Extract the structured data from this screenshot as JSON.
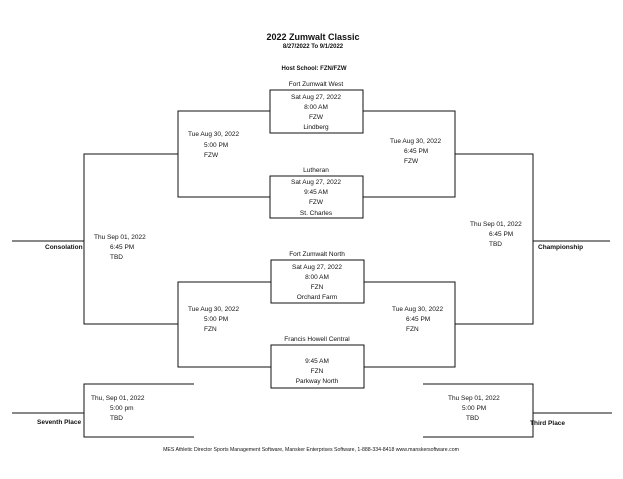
{
  "header": {
    "title": "2022 Zumwalt Classic",
    "dates": "8/27/2022 To 9/1/2022",
    "host": "Host School:  FZN/FZW"
  },
  "quarterfinals": [
    {
      "top_team": "Fort Zumwalt West",
      "date": "Sat Aug 27, 2022",
      "time": "8:00 AM",
      "site": "FZW",
      "bottom_team": "Lindberg"
    },
    {
      "top_team": "Lutheran",
      "date": "Sat Aug 27, 2022",
      "time": "9:45 AM",
      "site": "FZW",
      "bottom_team": "St. Charles"
    },
    {
      "top_team": "Fort Zumwalt North",
      "date": "Sat Aug 27, 2022",
      "time": "8:00 AM",
      "site": "FZN",
      "bottom_team": "Orchard Farm"
    },
    {
      "top_team": "Francis Howell Central",
      "date": "",
      "time": "9:45 AM",
      "site": "FZN",
      "bottom_team": "Parkway North"
    }
  ],
  "consolation_semis": [
    {
      "date": "Tue Aug 30, 2022",
      "time": "5:00 PM",
      "site": "FZW"
    },
    {
      "date": "Tue Aug 30, 2022",
      "time": "5:00 PM",
      "site": "FZN"
    }
  ],
  "winner_semis": [
    {
      "date": "Tue Aug 30, 2022",
      "time": "6:45 PM",
      "site": "FZW"
    },
    {
      "date": "Tue Aug 30, 2022",
      "time": "6:45 PM",
      "site": "FZN"
    }
  ],
  "consolation_final": {
    "date": "Thu Sep 01, 2022",
    "time": "6:45 PM",
    "site": "TBD",
    "label": "Consolation"
  },
  "championship": {
    "date": "Thu Sep 01, 2022",
    "time": "6:45 PM",
    "site": "TBD",
    "label": "Championship"
  },
  "seventh_place": {
    "date": "Thu, Sep 01, 2022",
    "time": "5:00 pm",
    "site": "TBD",
    "label": "Seventh Place"
  },
  "third_place": {
    "date": "Thu Sep 01, 2022",
    "time": "5:00 PM",
    "site": "TBD",
    "label": "Third Place"
  },
  "footer": "MES Athletic Director Sports Management Software, Mansker Enterprises Software, 1-888-334-8418   www.manskersoftware.com"
}
